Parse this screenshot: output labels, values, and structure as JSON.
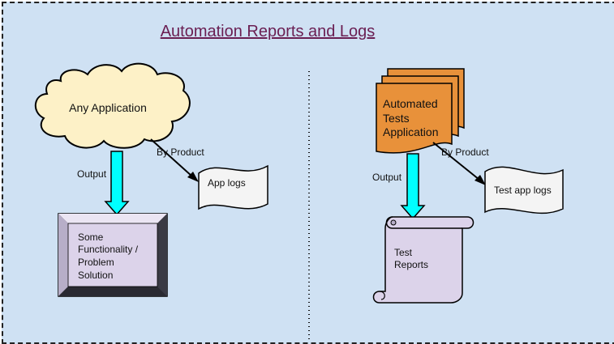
{
  "title": "Automation Reports and Logs",
  "left": {
    "source": "Any Application",
    "output_label": "Output",
    "byproduct_label": "By Product",
    "result_lines": [
      "Some",
      "Functionality /",
      "Problem",
      "Solution"
    ],
    "log": "App logs"
  },
  "right": {
    "source_lines": [
      "Automated",
      "Tests",
      "Application"
    ],
    "output_label": "Output",
    "byproduct_label": "By Product",
    "result_lines": [
      "Test",
      "Reports"
    ],
    "log": "Test app logs"
  },
  "colors": {
    "background": "#cfe1f3",
    "cloud_fill": "#fdf1c7",
    "box_fill": "#dcd3ea",
    "doc_fill": "#e8913a",
    "arrow_fill": "#00ffff",
    "title": "#6a1e52"
  }
}
